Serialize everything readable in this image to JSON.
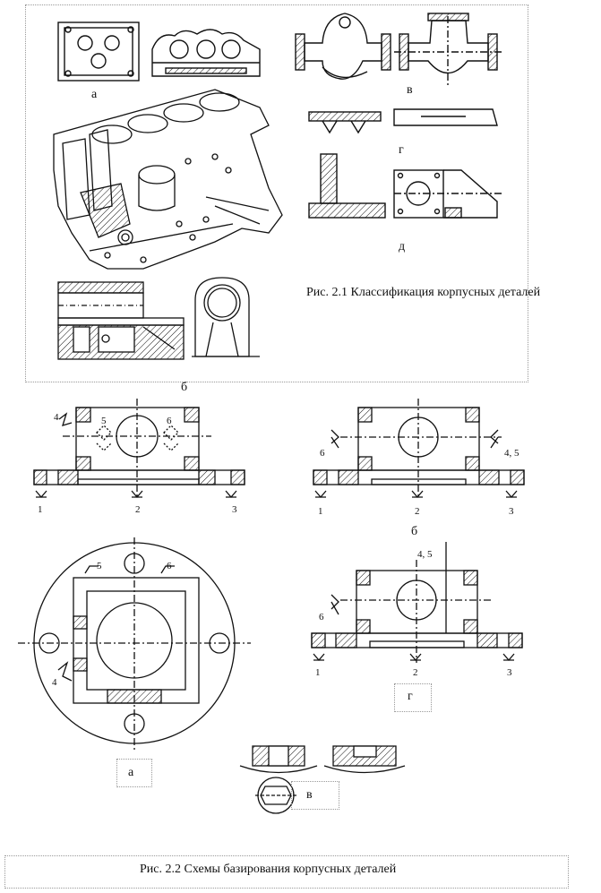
{
  "figure1": {
    "caption": "Рис. 2.1  Классификация корпусных деталей",
    "labels": {
      "a": "а",
      "b": "б",
      "v": "в",
      "g": "г",
      "d": "д"
    }
  },
  "figure2": {
    "caption": "Рис. 2.2 Схемы базирования корпусных деталей",
    "labels": {
      "a": "а",
      "b": "б",
      "v": "в",
      "g": "г"
    },
    "numbers": {
      "n1": "1",
      "n2": "2",
      "n3": "3",
      "n4": "4",
      "n5": "5",
      "n6": "6",
      "n45": "4, 5"
    }
  }
}
